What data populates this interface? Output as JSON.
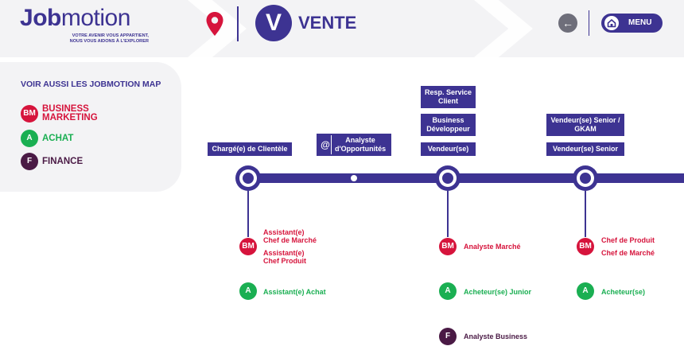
{
  "header": {
    "logo_j": "J",
    "logo_ob": "ob",
    "logo_rest": "motion",
    "tagline_1": "VOTRE AVENIR VOUS APPARTIENT,",
    "tagline_2": "NOUS VOUS AIDONS À L'EXPLORER",
    "section_letter": "V",
    "section_title": "VENTE",
    "back_icon": "←",
    "menu_label": "MENU"
  },
  "sidebar": {
    "title": "VOIR AUSSI LES JOBMOTION MAP",
    "items": [
      {
        "badge": "BM",
        "label_1": "BUSINESS",
        "label_2": "MARKETING"
      },
      {
        "badge": "A",
        "label": "ACHAT"
      },
      {
        "badge": "F",
        "label": "FINANCE"
      }
    ]
  },
  "map": {
    "level1": {
      "top_job": "Chargé(e) de Clientèle",
      "bm_1a": "Assistant(e)",
      "bm_1b": "Chef de Marché",
      "bm_2a": "Assistant(e)",
      "bm_2b": "Chef Produit",
      "achat": "Assistant(e) Achat"
    },
    "midpoint": {
      "at_icon": "@",
      "job_1": "Analyste",
      "job_2": "d'Opportunités"
    },
    "level2": {
      "job_top_1": "Resp. Service",
      "job_top_2": "Client",
      "job_mid_1": "Business",
      "job_mid_2": "Développeur",
      "job_bottom": "Vendeur(se)",
      "bm": "Analyste Marché",
      "achat": "Acheteur(se) Junior",
      "finance": "Analyste Business"
    },
    "level3": {
      "job_top_1": "Vendeur(se) Senior /",
      "job_top_2": "GKAM",
      "job_bottom": "Vendeur(se) Senior",
      "bm_1": "Chef de Produit",
      "bm_2": "Chef de Marché",
      "achat": "Acheteur(se)"
    },
    "badges": {
      "bm": "BM",
      "achat": "A",
      "finance": "F"
    }
  },
  "colors": {
    "primary": "#3d3392",
    "business_marketing": "#d6143c",
    "achat": "#1aaf52",
    "finance": "#4a1a45"
  }
}
